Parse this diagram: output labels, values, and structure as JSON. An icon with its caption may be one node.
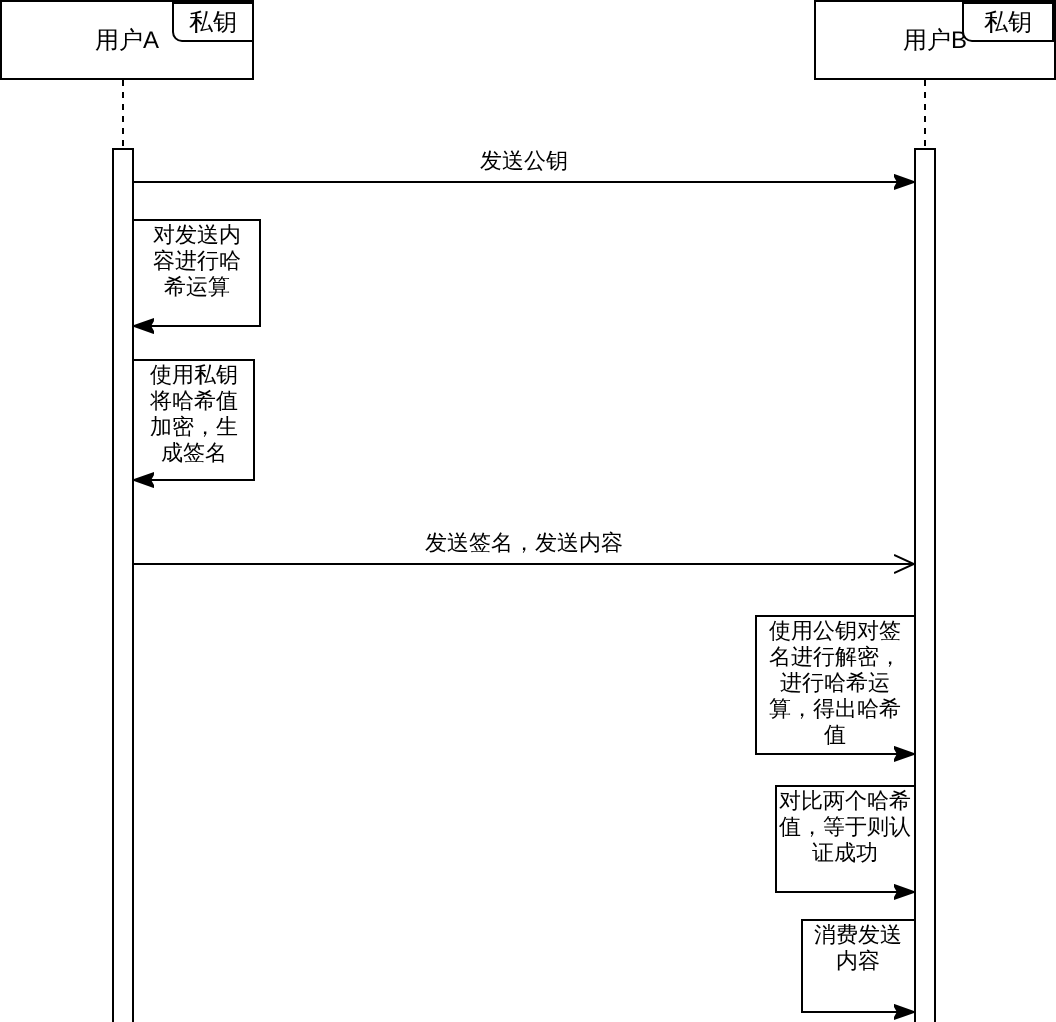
{
  "diagram": {
    "nodes": [
      {
        "text": [
          "用户A"
        ]
      },
      {
        "text": [
          "私钥"
        ],
        "in": 0
      },
      {
        "text": [
          "用户B"
        ]
      },
      {
        "text": [
          "私钥"
        ],
        "in": 2
      },
      {
        "text": [],
        "shape": "bar"
      },
      {
        "text": [],
        "shape": "bar"
      }
    ],
    "edges": [
      {
        "from": 0,
        "to": 4,
        "arrow": "none",
        "style": "dashed"
      },
      {
        "from": 2,
        "to": 5,
        "arrow": "none",
        "style": "dashed"
      },
      {
        "from": 4,
        "to": 5,
        "arrow": "to",
        "label": "发送公钥"
      },
      {
        "from": 4,
        "to": 4,
        "arrow": "to",
        "label": "对发送内容进行哈希运算"
      },
      {
        "from": 4,
        "to": 4,
        "arrow": "to",
        "label": "使用私钥将哈希值加密，生成签名"
      },
      {
        "from": 4,
        "to": 5,
        "arrow": "to",
        "label": "发送签名，发送内容"
      },
      {
        "from": 5,
        "to": 5,
        "arrow": "to",
        "label": "使用公钥对签名进行解密，进行哈希运算，得出哈希值"
      },
      {
        "from": 5,
        "to": 5,
        "arrow": "to",
        "label": "对比两个哈希值，等于则认证成功"
      },
      {
        "from": 5,
        "to": 5,
        "arrow": "to",
        "label": "消费发送内容"
      }
    ]
  }
}
